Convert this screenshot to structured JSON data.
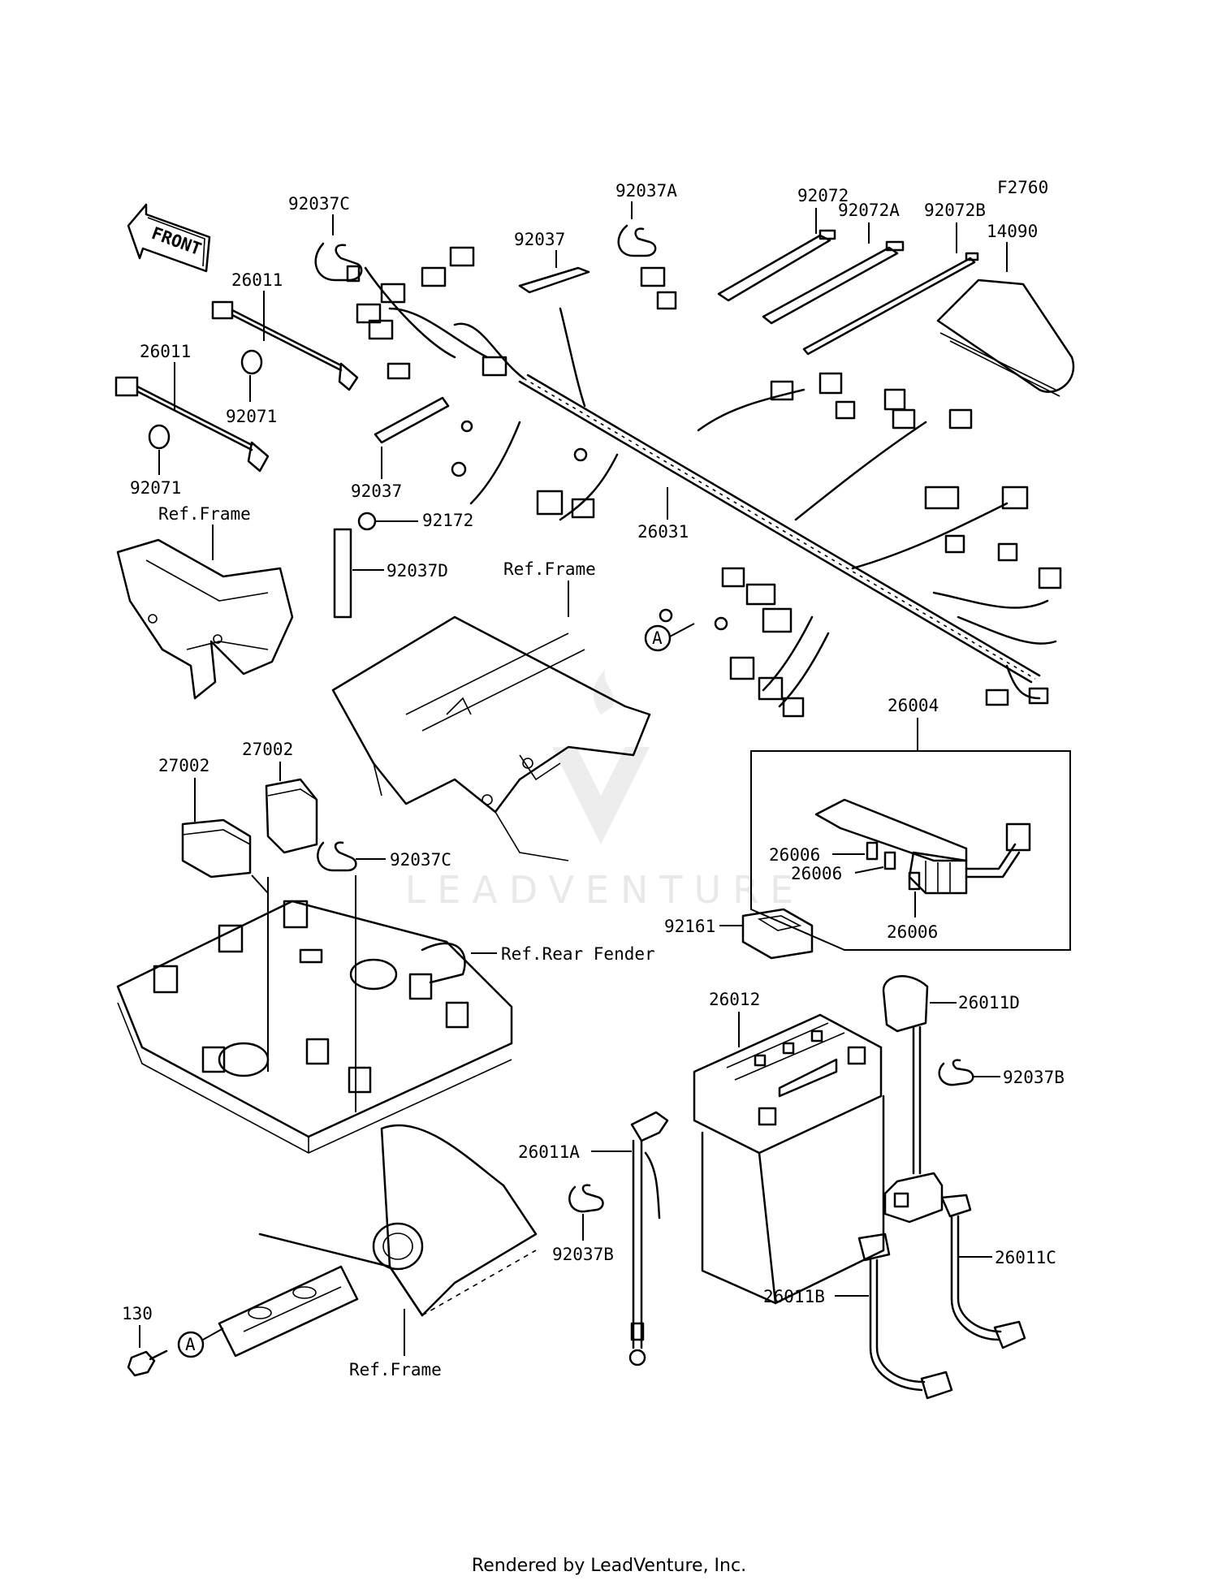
{
  "diagram_code": "F2760",
  "front_label": "FRONT",
  "watermark": "LEADVENTURE",
  "footer": "Rendered by LeadVenture, Inc.",
  "callout_marker": "A",
  "parts": {
    "p_92037C_top": "92037C",
    "p_92037A": "92037A",
    "p_92072": "92072",
    "p_92072A": "92072A",
    "p_92072B": "92072B",
    "p_14090": "14090",
    "p_92037_top": "92037",
    "p_26011_a": "26011",
    "p_26011_b": "26011",
    "p_92071_a": "92071",
    "p_92071_b": "92071",
    "p_92037_mid": "92037",
    "p_92172": "92172",
    "p_92037D": "92037D",
    "p_26031": "26031",
    "p_26004": "26004",
    "p_27002_a": "27002",
    "p_27002_b": "27002",
    "p_92037C_mid": "92037C",
    "p_26006_a": "26006",
    "p_26006_b": "26006",
    "p_26006_c": "26006",
    "p_92161": "92161",
    "p_26012": "26012",
    "p_26011D": "26011D",
    "p_92037B_right": "92037B",
    "p_26011A": "26011A",
    "p_92037B_left": "92037B",
    "p_26011C": "26011C",
    "p_26011B": "26011B",
    "p_130": "130"
  },
  "references": {
    "ref_frame_top": "Ref.Frame",
    "ref_frame_mid": "Ref.Frame",
    "ref_rear_fender": "Ref.Rear Fender",
    "ref_frame_bottom": "Ref.Frame"
  }
}
